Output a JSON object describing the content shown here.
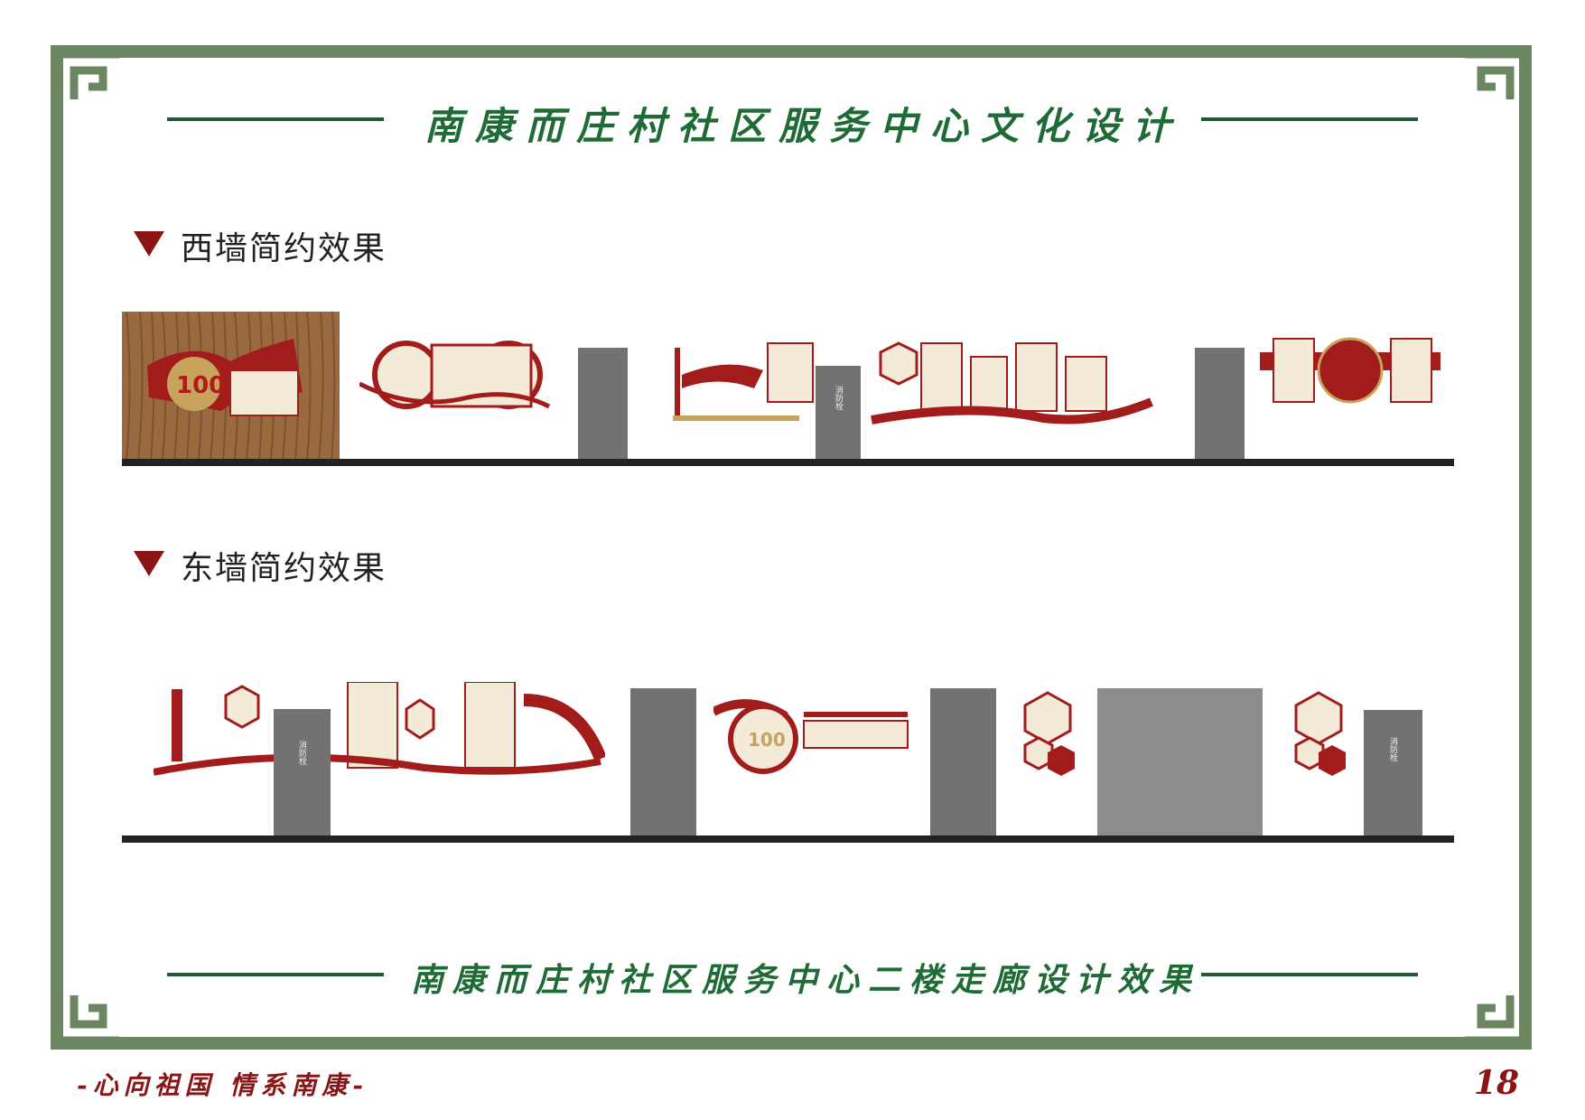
{
  "header": {
    "title": "南康而庄村社区服务中心文化设计"
  },
  "sections": [
    {
      "title": "西墙简约效果",
      "fire_hydrant_label": "消防栓"
    },
    {
      "title": "东墙简约效果",
      "fire_hydrant_label": "消防栓"
    }
  ],
  "footer_title": "南康而庄村社区服务中心二楼走廊设计效果",
  "slogan": "-心向祖国  情系南康-",
  "page_number": "18",
  "colors": {
    "frame": "#6b8762",
    "title_green": "#1e6b35",
    "party_red": "#8b1414",
    "pillar_gray": "#727272"
  }
}
